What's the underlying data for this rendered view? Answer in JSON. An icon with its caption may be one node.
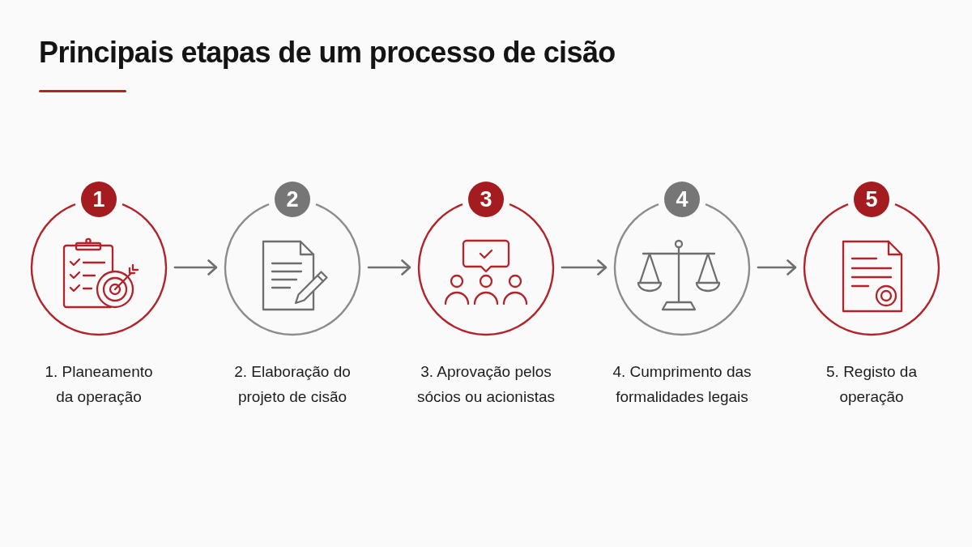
{
  "diagram": {
    "title": "Principais etapas de um processo de cisão",
    "nodes": [
      {
        "text": [
          "1"
        ],
        "beside": [
          "1. Planeamento da operação"
        ]
      },
      {
        "text": [
          "2"
        ],
        "beside": [
          "2. Elaboração do projeto de cisão"
        ]
      },
      {
        "text": [
          "3"
        ],
        "beside": [
          "3. Aprovação pelos sócios ou acionistas"
        ]
      },
      {
        "text": [
          "4"
        ],
        "beside": [
          "4. Cumprimento das formalidades legais"
        ]
      },
      {
        "text": [
          "5"
        ],
        "beside": [
          "5. Registo da operação"
        ]
      }
    ],
    "edges": [
      {
        "from": 0,
        "to": 1,
        "arrow": "to"
      },
      {
        "from": 1,
        "to": 2,
        "arrow": "to"
      },
      {
        "from": 2,
        "to": 3,
        "arrow": "to"
      },
      {
        "from": 3,
        "to": 4,
        "arrow": "to"
      }
    ]
  }
}
